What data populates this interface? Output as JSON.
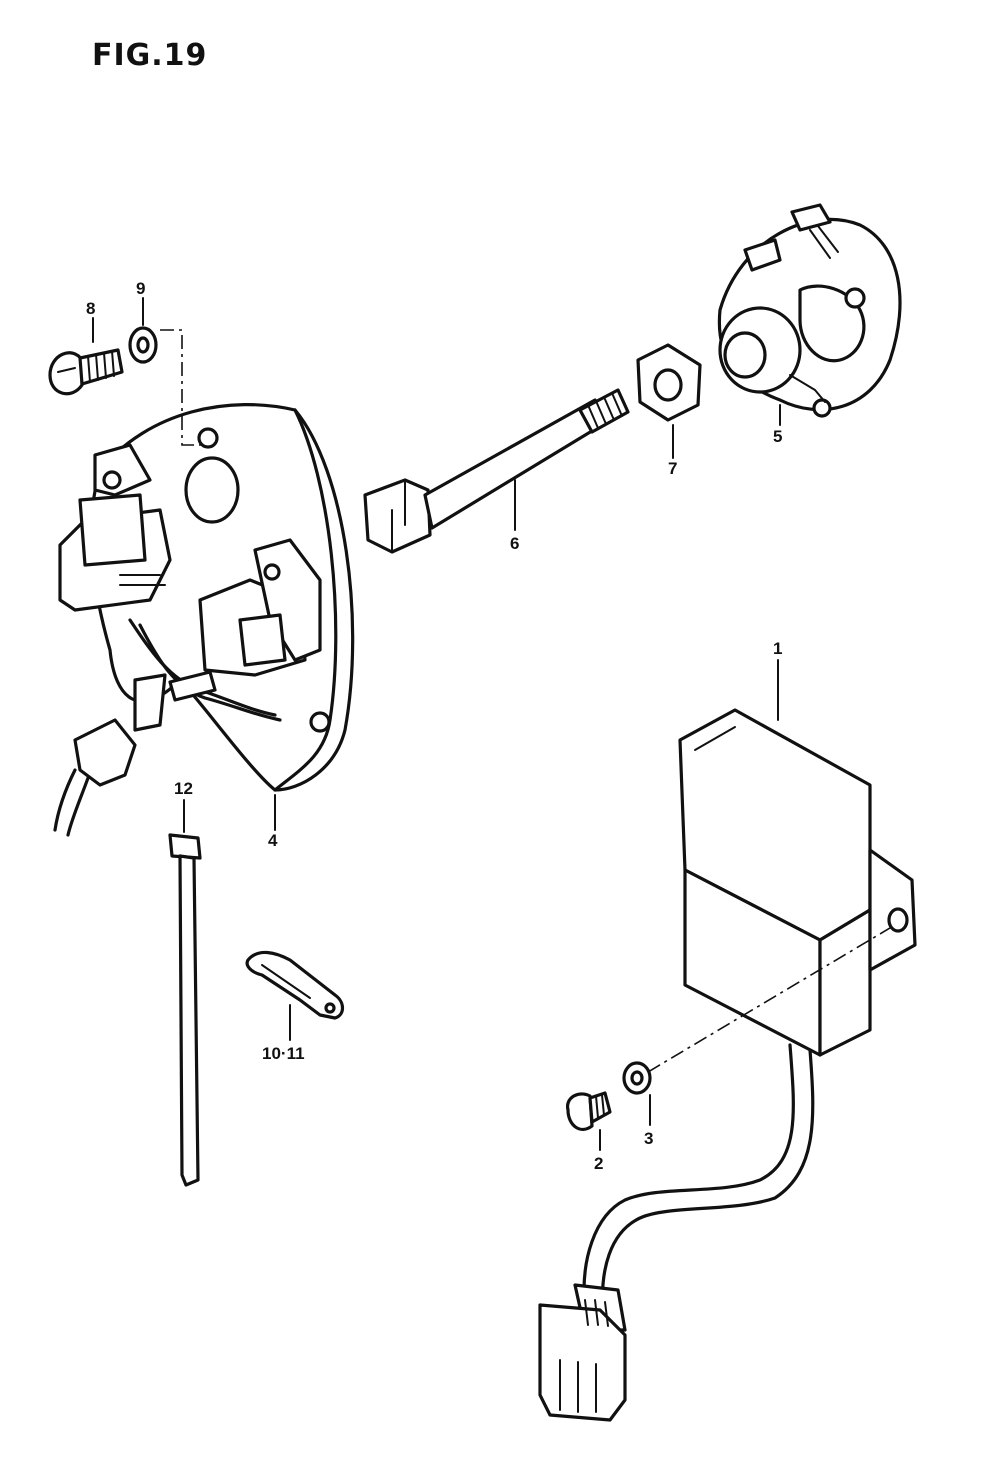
{
  "figure": {
    "title": "FIG.19"
  },
  "callouts": {
    "p1": "1",
    "p2": "2",
    "p3": "3",
    "p4": "4",
    "p5": "5",
    "p6": "6",
    "p7": "7",
    "p8": "8",
    "p9": "9",
    "p10_11": "10·11",
    "p12": "12"
  },
  "colors": {
    "ink": "#111111",
    "paper": "#ffffff"
  }
}
